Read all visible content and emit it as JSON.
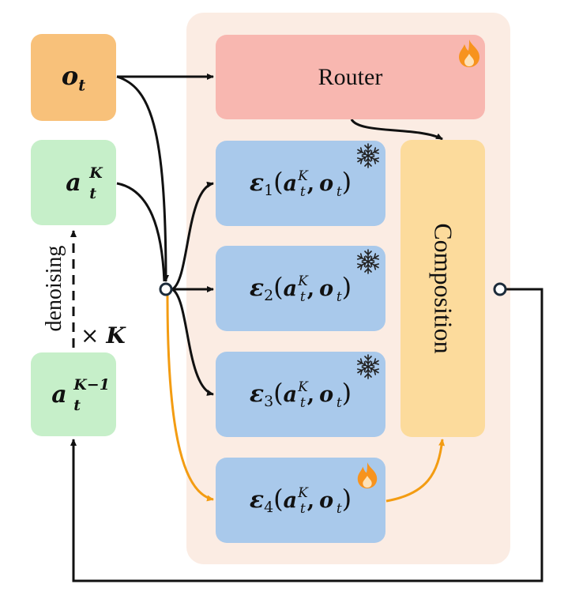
{
  "router": {
    "label": "Router"
  },
  "composition": {
    "label": "Composition"
  },
  "denoising": {
    "label": "denoising",
    "times": "×",
    "k": "K"
  },
  "inputs": {
    "observation": {
      "base": "o",
      "sub": "t"
    },
    "action_noisy": {
      "base": "a",
      "sup": "K",
      "sub": "t"
    },
    "action_denoised": {
      "base": "a",
      "sup": "K−1",
      "sub": "t"
    }
  },
  "experts": [
    {
      "symbol": "ε",
      "index": "1",
      "arg_base": "a",
      "arg_sup": "K",
      "arg_sub": "t",
      "obs": "o",
      "obs_sub": "t",
      "status_icon": "snowflake-icon"
    },
    {
      "symbol": "ε",
      "index": "2",
      "arg_base": "a",
      "arg_sup": "K",
      "arg_sub": "t",
      "obs": "o",
      "obs_sub": "t",
      "status_icon": "snowflake-icon"
    },
    {
      "symbol": "ε",
      "index": "3",
      "arg_base": "a",
      "arg_sup": "K",
      "arg_sub": "t",
      "obs": "o",
      "obs_sub": "t",
      "status_icon": "snowflake-icon"
    },
    {
      "symbol": "ε",
      "index": "4",
      "arg_base": "a",
      "arg_sup": "K",
      "arg_sub": "t",
      "obs": "o",
      "obs_sub": "t",
      "status_icon": "fire-icon"
    }
  ],
  "colors": {
    "panel": "#fbece3",
    "router": "#f8b7b0",
    "expert": "#a9c9eb",
    "composition": "#fcdb9c",
    "observation": "#f8c17a",
    "action": "#c6efc9",
    "trainable_path": "#f39c12",
    "frozen_path": "#111111"
  }
}
